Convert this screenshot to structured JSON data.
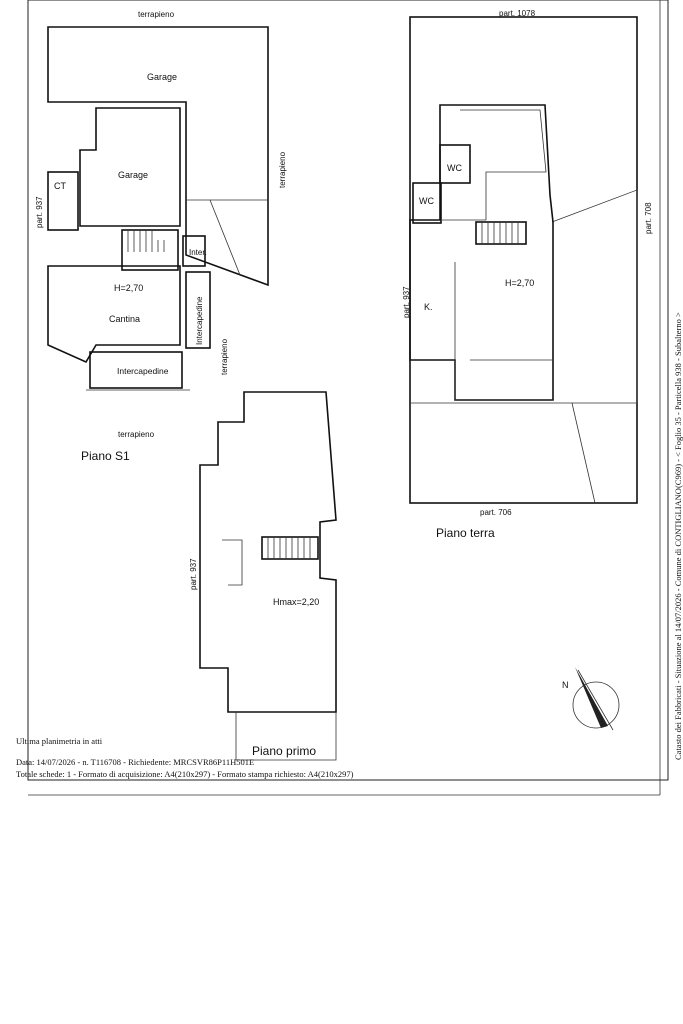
{
  "footer": {
    "last_plan": "Ultima planimetria in atti",
    "date_line": "Data: 14/07/2026 - n. T116708 - Richiedente: MRCSVR86P11H501E",
    "total_line": "Totale schede: 1 - Formato di acquisizione: A4(210x297)  - Formato stampa richiesto: A4(210x297)"
  },
  "side_note": "Catasto dei Fabbricati - Situazione al 14/07/2026 - Comune di CONTIGLIANO(C969) - < Foglio 35 - Particella 938 - Subalterno >",
  "plans": {
    "s1": {
      "title": "Piano S1",
      "terrapieno_top": "terrapieno",
      "terrapieno_right": "terrapieno",
      "terrapieno_mid": "terrapieno",
      "terrapieno_bottom": "terrapieno",
      "part_left": "part. 937",
      "rooms": {
        "garage_upper": "Garage",
        "garage": "Garage",
        "ct": "CT",
        "inter": "Inter.",
        "height": "H=2,70",
        "cantina": "Cantina",
        "intercapedine_v": "Intercapedine",
        "intercapedine_h": "Intercapedine"
      }
    },
    "terra": {
      "title": "Piano terra",
      "part_top": "part. 1078",
      "part_right": "part. 708",
      "part_bottom": "part. 706",
      "part_left": "part. 937",
      "rooms": {
        "wc1": "WC",
        "wc2": "WC",
        "k": "K.",
        "height": "H=2,70"
      }
    },
    "primo": {
      "title": "Piano primo",
      "part_left": "part. 937",
      "height": "Hmax=2,20"
    }
  },
  "compass": {
    "north": "N"
  }
}
